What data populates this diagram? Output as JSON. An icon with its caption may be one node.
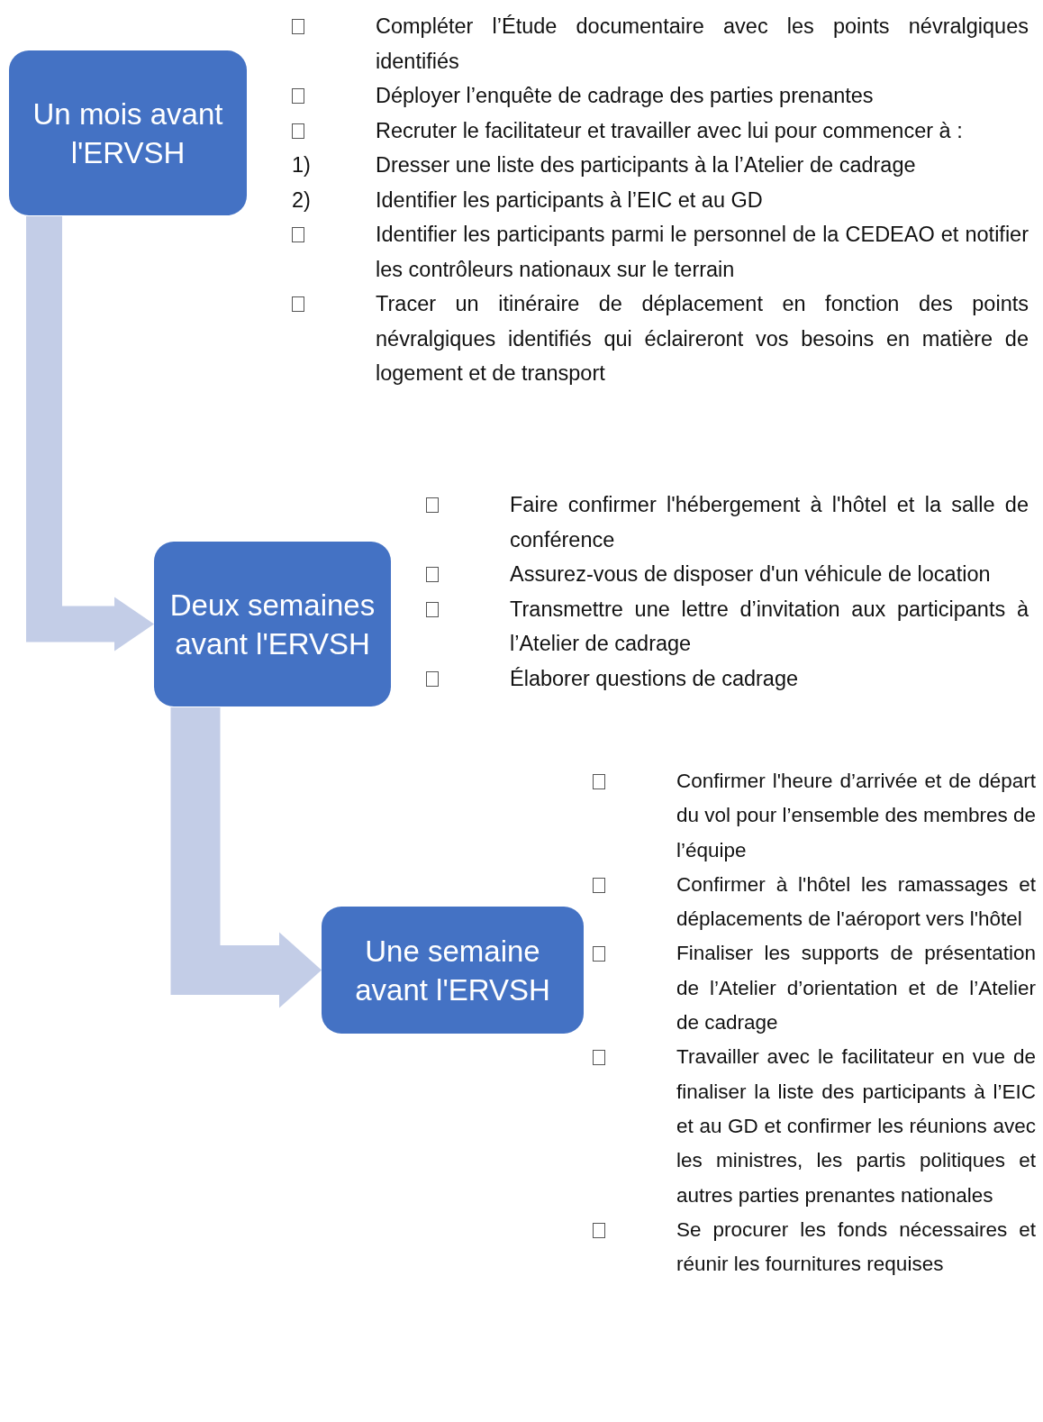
{
  "diagram": {
    "nodes": [
      {
        "text": [
          "Un mois avant l'ERVSH"
        ]
      },
      {
        "text": [
          "Deux semaines avant l'ERVSH"
        ]
      },
      {
        "text": [
          "Une semaine avant l'ERVSH"
        ]
      }
    ],
    "edges": [
      {
        "from": 0,
        "to": 1,
        "arrow": "to"
      },
      {
        "from": 1,
        "to": 2,
        "arrow": "to"
      }
    ],
    "labels": [
      "Compléter l’Étude documentaire avec les points névralgiques identifiés",
      "Déployer l’enquête de cadrage des parties prenantes",
      "Recruter le facilitateur et travailler avec lui pour commencer à :",
      "1)",
      "Dresser une liste des participants à la l’Atelier de cadrage",
      "2)",
      "Identifier les participants à l’EIC et au GD",
      "Identifier les participants parmi le personnel de la CEDEAO et notifier les contrôleurs nationaux sur le terrain",
      "Tracer un itinéraire de déplacement en fonction des points névralgiques identifiés qui éclaireront vos besoins en matière de logement et de transport",
      "Faire confirmer l'hébergement à l'hôtel et la salle de conférence",
      "Assurez-vous de disposer d'un véhicule de location",
      "Transmettre une lettre d’invitation aux participants à l’Atelier de cadrage",
      "Élaborer questions de cadrage",
      "Confirmer l'heure d’arrivée et de départ du vol pour l’ensemble des membres de l’équipe",
      "Confirmer à l'hôtel les ramassages et déplacements de l'aéroport vers l'hôtel",
      "Finaliser les supports de présentation de l’Atelier d’orientation et de l’Atelier de cadrage",
      "Travailler avec le facilitateur en vue de finaliser la liste des participants à l’EIC et au GD et confirmer les réunions avec les ministres, les partis politiques et autres parties prenantes nationales",
      "Se procurer les fonds nécessaires et réunir les fournitures requises"
    ]
  }
}
